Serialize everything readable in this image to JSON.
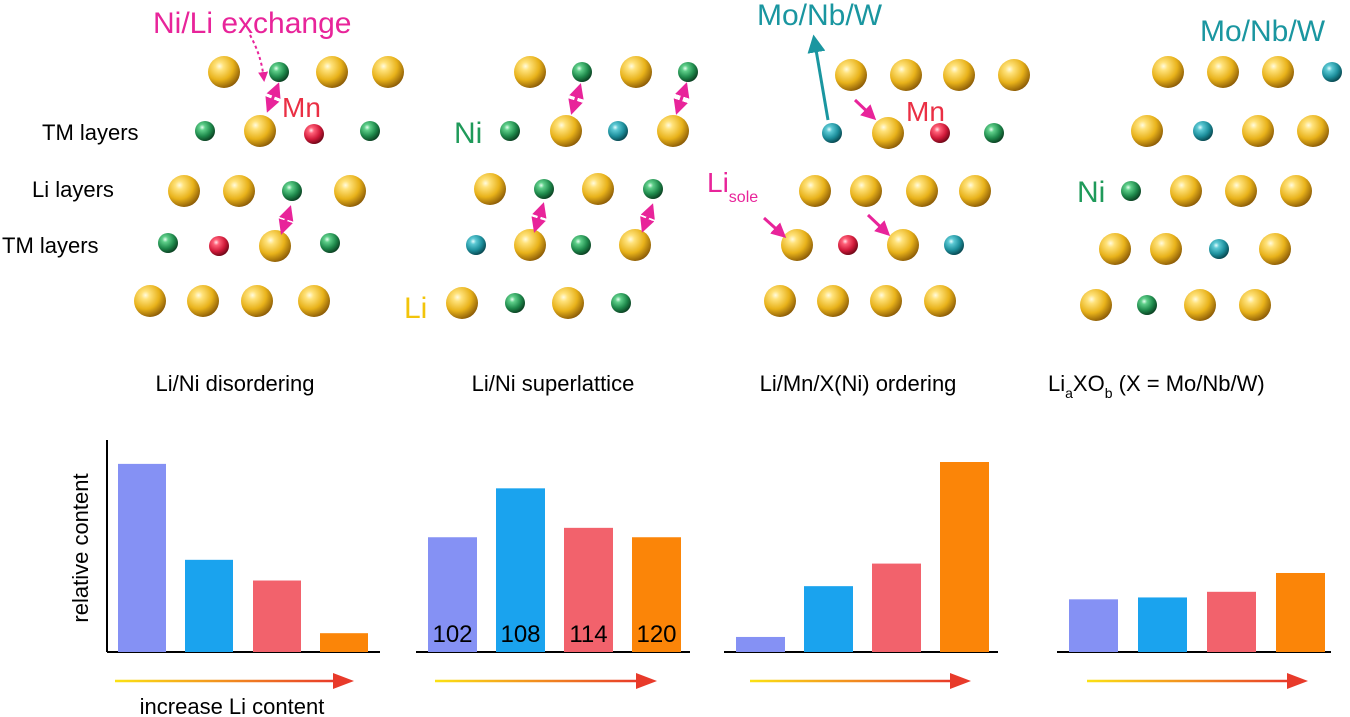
{
  "colors": {
    "li_atom": "#e8b21a",
    "ni_atom": "#1f8a4c",
    "mn_atom": "#d11a3a",
    "x_atom": "#1d8f9c",
    "magenta": "#e8249a",
    "teal": "#1a96a0",
    "mn_text": "#ea2f44",
    "ni_text": "#1f9a5a",
    "li_text": "#f2c40a",
    "bar1": "#8591f4",
    "bar2": "#1aa3ee",
    "bar3": "#f2626c",
    "bar4": "#fb8508",
    "arrow_start": "#fbe214",
    "arrow_end": "#e83a2a"
  },
  "annotations": {
    "ni_li_exchange": "Ni/Li exchange",
    "mn": "Mn",
    "tm_layers": "TM layers",
    "li_layers": "Li layers",
    "ni": "Ni",
    "li": "Li",
    "mo_nb_w": "Mo/Nb/W",
    "li_sole_base": "Li",
    "li_sole_sub": "sole"
  },
  "panels": [
    {
      "title": "Li/Ni disordering"
    },
    {
      "title": "Li/Ni superlattice"
    },
    {
      "title": "Li/Mn/X(Ni) ordering"
    },
    {
      "title_parts": {
        "li": "Li",
        "a": "a",
        "xo": "XO",
        "b": "b",
        "rest": " (X = Mo/Nb/W)"
      }
    }
  ],
  "chart_data": [
    {
      "type": "bar",
      "title": "",
      "xlabel": "increase Li content",
      "ylabel": "relative content",
      "categories": [
        "",
        "",
        "",
        ""
      ],
      "values": [
        100,
        49,
        38,
        10
      ]
    },
    {
      "type": "bar",
      "title": "",
      "xlabel": "",
      "ylabel": "",
      "categories": [
        "102",
        "108",
        "114",
        "120"
      ],
      "values": [
        61,
        87,
        66,
        61
      ]
    },
    {
      "type": "bar",
      "title": "",
      "xlabel": "",
      "ylabel": "",
      "categories": [
        "",
        "",
        "",
        ""
      ],
      "values": [
        8,
        35,
        47,
        101
      ]
    },
    {
      "type": "bar",
      "title": "",
      "xlabel": "",
      "ylabel": "",
      "categories": [
        "",
        "",
        "",
        ""
      ],
      "values": [
        28,
        29,
        32,
        42
      ]
    }
  ]
}
